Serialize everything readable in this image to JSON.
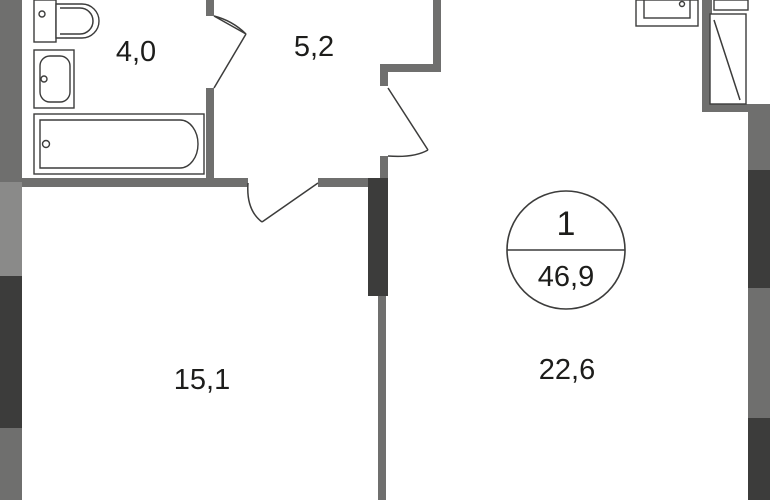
{
  "plan": {
    "rooms": [
      {
        "id": "bathroom",
        "area": "4,0"
      },
      {
        "id": "hallway",
        "area": "5,2"
      },
      {
        "id": "bedroom",
        "area": "15,1"
      },
      {
        "id": "living-kitchen",
        "area": "22,6"
      }
    ],
    "badge": {
      "rooms_count": "1",
      "total_area": "46,9"
    }
  },
  "colors": {
    "wall": "#6f6f6e",
    "wall_dark": "#3c3c3b",
    "text": "#1d1d1b",
    "background": "#ffffff"
  }
}
